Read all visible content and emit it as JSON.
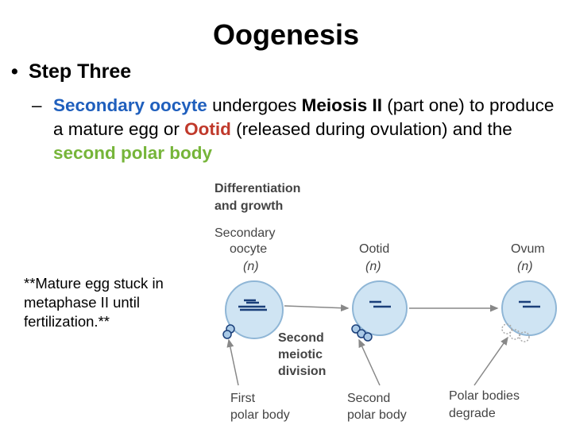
{
  "title": "Oogenesis",
  "step": {
    "bullet": "•",
    "label": "Step Three"
  },
  "description": {
    "dash": "–",
    "parts": [
      {
        "text": "Secondary oocyte",
        "style": "blue"
      },
      {
        "text": " undergoes ",
        "style": "plain"
      },
      {
        "text": "Meiosis II",
        "style": "bold"
      },
      {
        "text": " (part one) to produce a mature egg or ",
        "style": "plain"
      },
      {
        "text": "Ootid",
        "style": "red"
      },
      {
        "text": " (released during ovulation) and the ",
        "style": "plain"
      },
      {
        "text": "second polar body",
        "style": "green"
      }
    ]
  },
  "note": "**Mature egg stuck in metaphase II until fertilization.**",
  "diagram": {
    "heading_line1": "Differentiation",
    "heading_line2": "and growth",
    "secondary_oocyte_line1": "Secondary",
    "secondary_oocyte_line2": "oocyte",
    "secondary_oocyte_ploidy": "(n)",
    "ootid_label": "Ootid",
    "ootid_ploidy": "(n)",
    "ovum_label": "Ovum",
    "ovum_ploidy": "(n)",
    "division_line1": "Second",
    "division_line2": "meiotic",
    "division_line3": "division",
    "first_polar_line1": "First",
    "first_polar_line2": "polar body",
    "second_polar_line1": "Second",
    "second_polar_line2": "polar body",
    "degrade_line1": "Polar bodies",
    "degrade_line2": "degrade"
  },
  "colors": {
    "cell_fill": "#cfe4f3",
    "cell_stroke": "#8fb6d6",
    "chromosome": "#1a3f7a",
    "arrow": "#888888",
    "blue_text": "#1f5fbd",
    "red_text": "#c0392b",
    "green_text": "#76b539"
  }
}
